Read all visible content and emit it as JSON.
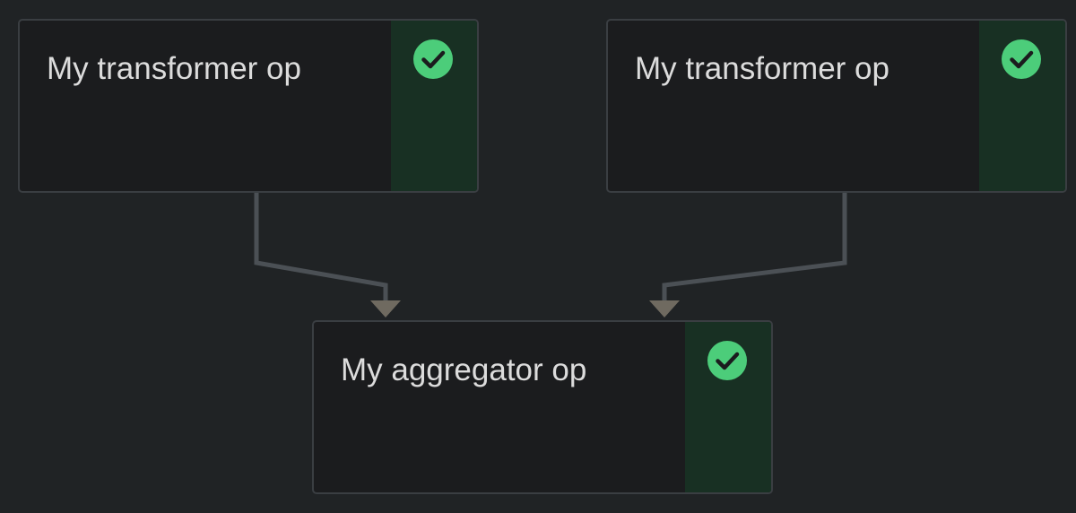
{
  "nodes": [
    {
      "id": "transformer-left",
      "label": "My transformer op",
      "status": "success"
    },
    {
      "id": "transformer-right",
      "label": "My transformer op",
      "status": "success"
    },
    {
      "id": "aggregator",
      "label": "My aggregator op",
      "status": "success"
    }
  ],
  "edges": [
    {
      "from": "transformer-left",
      "to": "aggregator"
    },
    {
      "from": "transformer-right",
      "to": "aggregator"
    }
  ],
  "colors": {
    "background": "#202325",
    "node_fill": "#1b1c1e",
    "node_border": "#3a3e42",
    "status_panel": "#183023",
    "success": "#4ccd7a",
    "edge": "#4b5055",
    "arrow": "#6f6a60"
  },
  "icons": {
    "status": "check-circle-icon"
  }
}
